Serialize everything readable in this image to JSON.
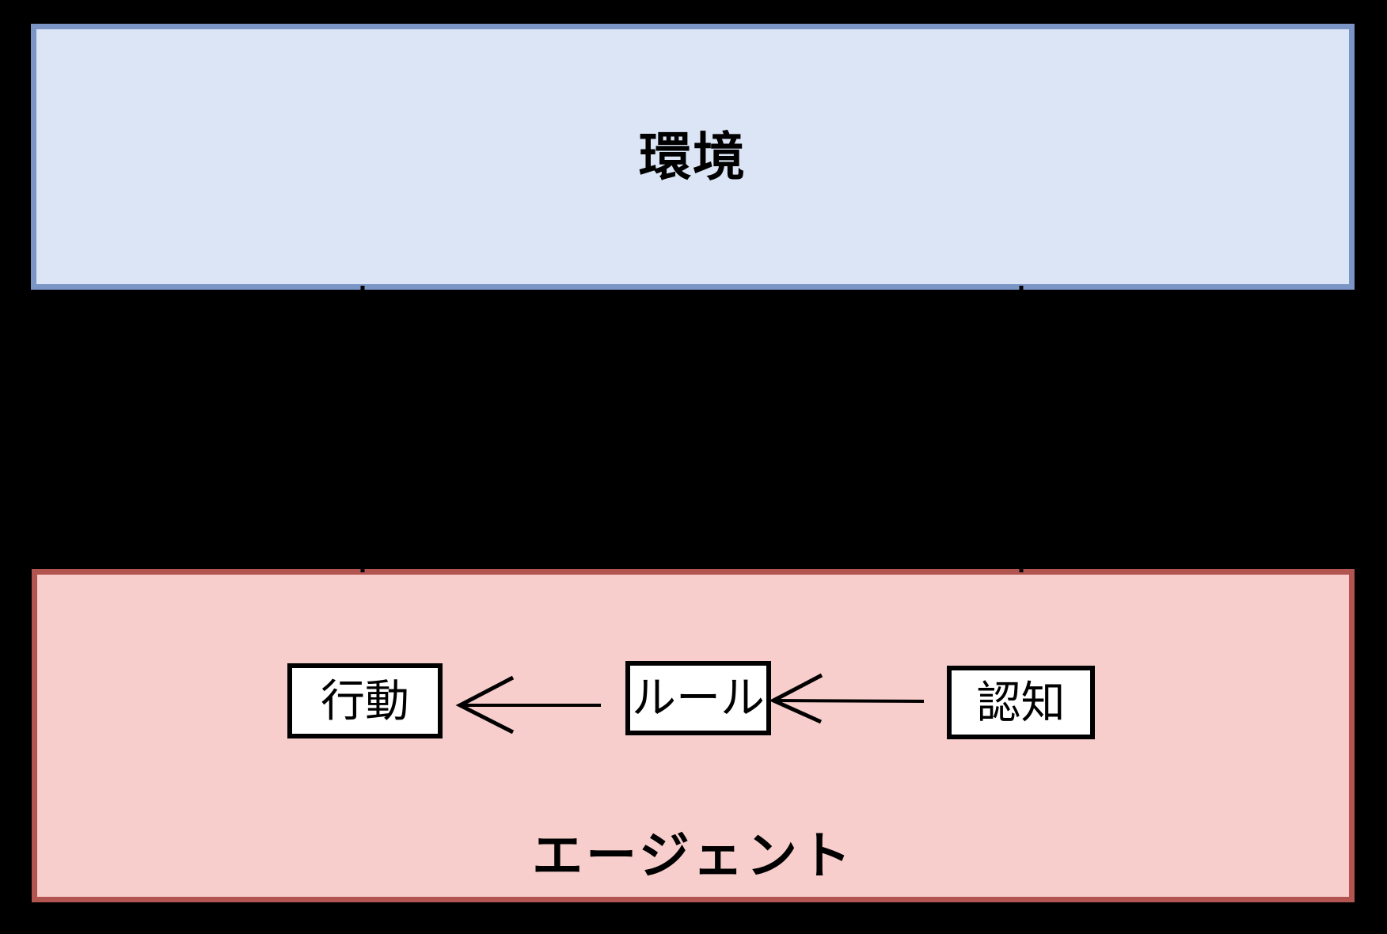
{
  "page": {
    "background_color": "#000000"
  },
  "diagram": {
    "environment": {
      "label": "環境",
      "fill": "#dbe5f5",
      "border_color": "#7b96c6",
      "text_color": "#000000"
    },
    "agent": {
      "label": "エージェント",
      "fill": "#f7cecc",
      "border_color": "#b25450",
      "text_color": "#000000"
    },
    "nodes": [
      {
        "id": "action",
        "label": "行動",
        "fill": "#ffffff",
        "border_color": "#000000"
      },
      {
        "id": "rule",
        "label": "ルール",
        "fill": "#ffffff",
        "border_color": "#000000"
      },
      {
        "id": "cognition",
        "label": "認知",
        "fill": "#ffffff",
        "border_color": "#000000"
      }
    ],
    "edges": [
      {
        "from": "rule",
        "to": "action",
        "arrowhead": "open-chevron",
        "color": "#000000",
        "orientation": "horizontal-left"
      },
      {
        "from": "cognition",
        "to": "rule",
        "arrowhead": "open-chevron",
        "color": "#000000",
        "orientation": "horizontal-left"
      },
      {
        "from": "action",
        "to": "environment",
        "arrowhead": "none-visible",
        "color": "#000000",
        "orientation": "vertical",
        "note": "black line on black background; visible only as notches crossing the box borders"
      },
      {
        "from": "environment",
        "to": "cognition",
        "arrowhead": "none-visible",
        "color": "#000000",
        "orientation": "vertical",
        "note": "black line on black background; visible only as notches crossing the box borders"
      }
    ]
  }
}
